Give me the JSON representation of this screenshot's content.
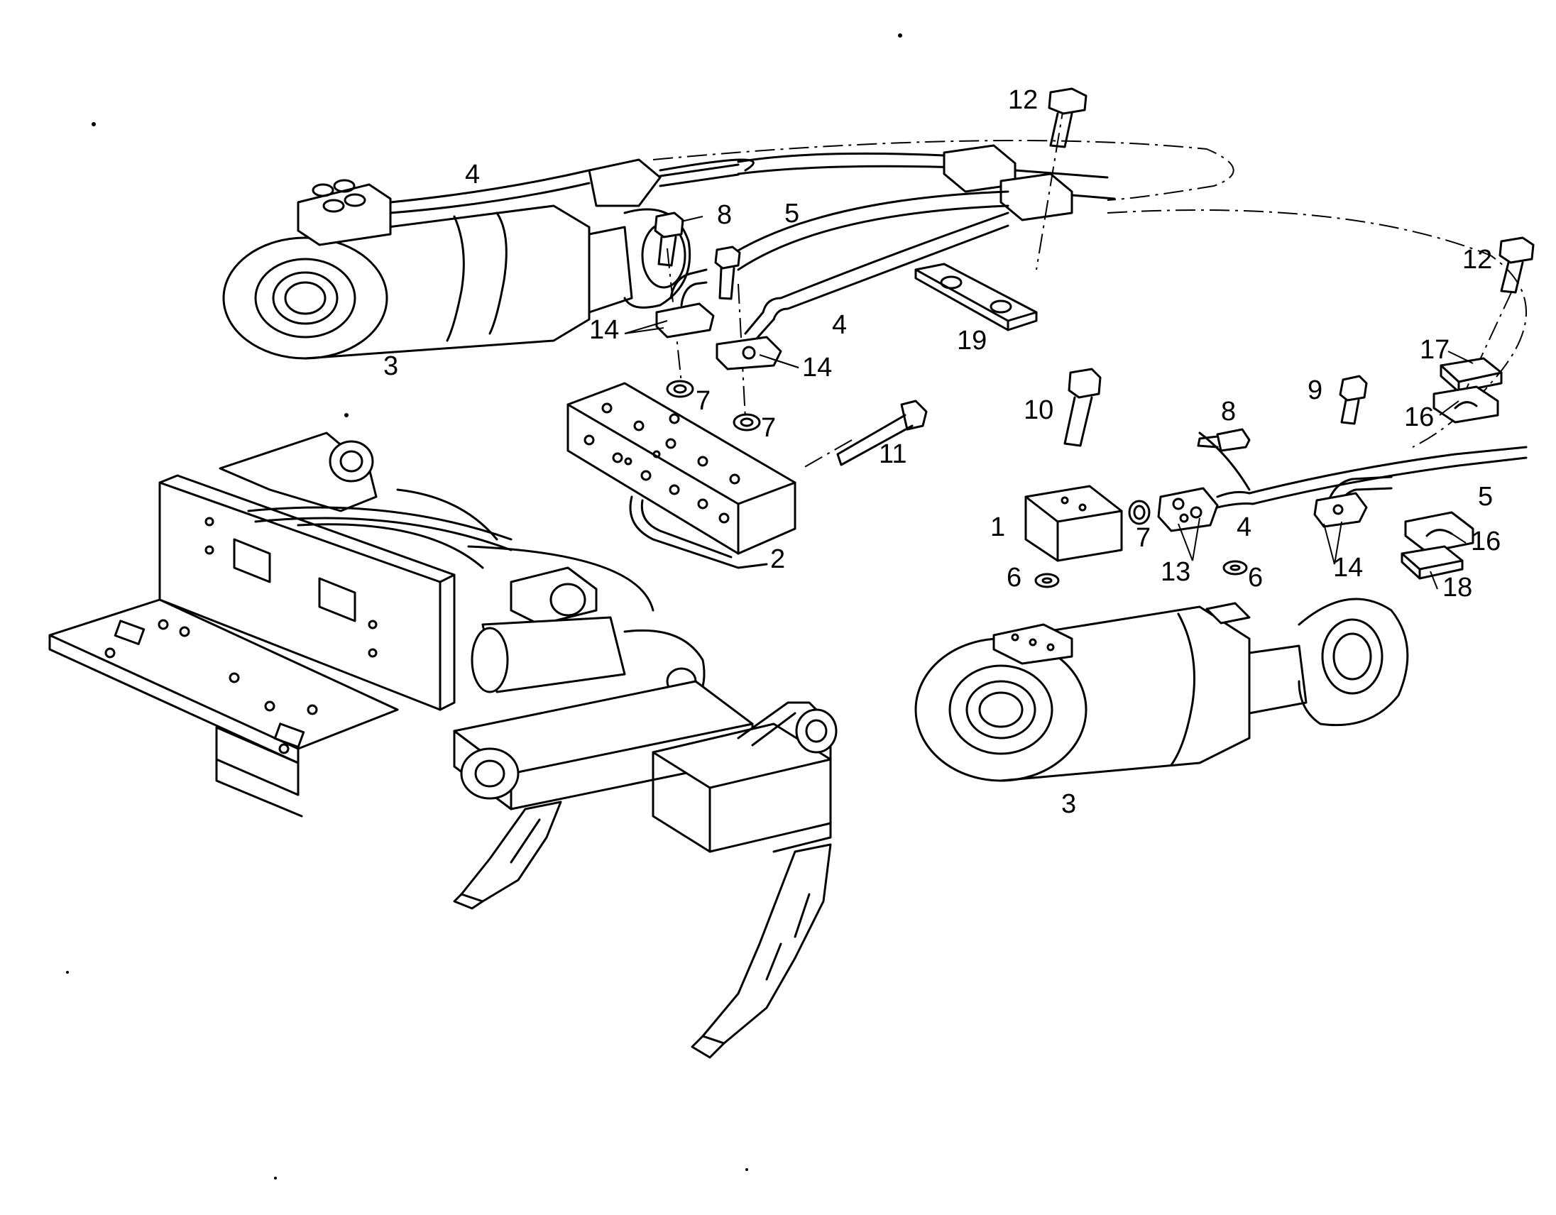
{
  "diagram": {
    "callouts": [
      {
        "id": "c12a",
        "text": "12"
      },
      {
        "id": "c4a",
        "text": "4"
      },
      {
        "id": "c8a",
        "text": "8"
      },
      {
        "id": "c5a",
        "text": "5"
      },
      {
        "id": "c14a",
        "text": "14"
      },
      {
        "id": "c4b",
        "text": "4"
      },
      {
        "id": "c19",
        "text": "19"
      },
      {
        "id": "c3a",
        "text": "3"
      },
      {
        "id": "c14b",
        "text": "14"
      },
      {
        "id": "c7a",
        "text": "7"
      },
      {
        "id": "c7b",
        "text": "7"
      },
      {
        "id": "c11",
        "text": "11"
      },
      {
        "id": "c2",
        "text": "2"
      },
      {
        "id": "c12b",
        "text": "12"
      },
      {
        "id": "c17",
        "text": "17"
      },
      {
        "id": "c10",
        "text": "10"
      },
      {
        "id": "c8b",
        "text": "8"
      },
      {
        "id": "c9",
        "text": "9"
      },
      {
        "id": "c16a",
        "text": "16"
      },
      {
        "id": "c5b",
        "text": "5"
      },
      {
        "id": "c1",
        "text": "1"
      },
      {
        "id": "c7c",
        "text": "7"
      },
      {
        "id": "c4c",
        "text": "4"
      },
      {
        "id": "c13",
        "text": "13"
      },
      {
        "id": "c14c",
        "text": "14"
      },
      {
        "id": "c16b",
        "text": "16"
      },
      {
        "id": "c18",
        "text": "18"
      },
      {
        "id": "c6a",
        "text": "6"
      },
      {
        "id": "c6b",
        "text": "6"
      },
      {
        "id": "c3b",
        "text": "3"
      }
    ]
  }
}
